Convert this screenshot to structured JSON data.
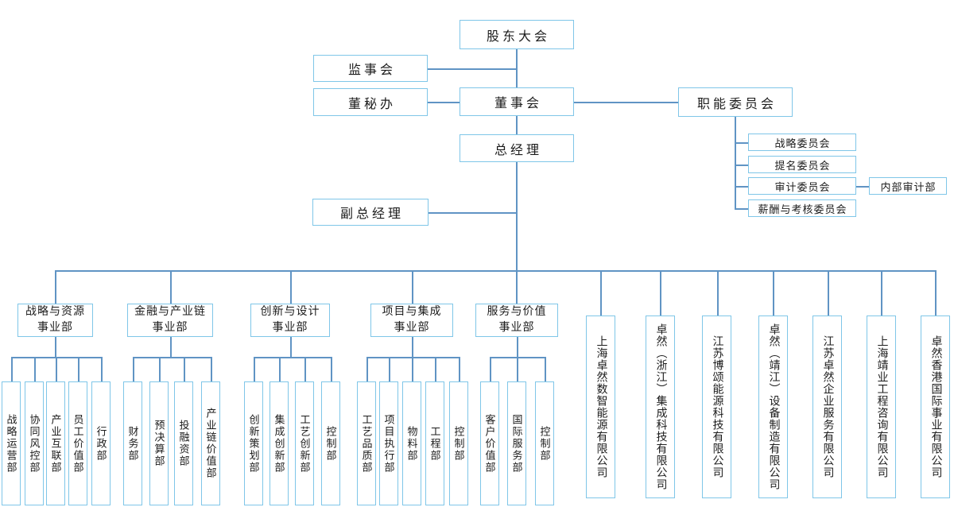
{
  "colors": {
    "box_border": "#7fc6e8",
    "connector": "#6094c4",
    "text": "#1c1c1c",
    "background": "#ffffff"
  },
  "nodes": {
    "shareholders_meeting": "股东大会",
    "supervisory_board": "监事会",
    "board_secretary_office": "董秘办",
    "board_of_directors": "董事会",
    "functional_committees": "职能委员会",
    "general_manager": "总经理",
    "deputy_general_manager": "副总经理",
    "internal_audit_dept": "内部审计部"
  },
  "committees": [
    "战略委员会",
    "提名委员会",
    "审计委员会",
    "薪酬与考核委员会"
  ],
  "divisions": [
    {
      "line1": "战略与资源",
      "line2": "事业部",
      "departments": [
        "战略运营部",
        "协同风控部",
        "产业互联部",
        "员工价值部",
        "行政部"
      ]
    },
    {
      "line1": "金融与产业链",
      "line2": "事业部",
      "departments": [
        "财务部",
        "预决算部",
        "投融资部",
        "产业链价值部"
      ]
    },
    {
      "line1": "创新与设计",
      "line2": "事业部",
      "departments": [
        "创新策划部",
        "集成创新部",
        "工艺创新部",
        "控制部"
      ]
    },
    {
      "line1": "项目与集成",
      "line2": "事业部",
      "departments": [
        "工艺品质部",
        "项目执行部",
        "物料部",
        "工程部",
        "控制部"
      ]
    },
    {
      "line1": "服务与价值",
      "line2": "事业部",
      "departments": [
        "客户价值部",
        "国际服务部",
        "控制部"
      ]
    }
  ],
  "subsidiaries": [
    "上海卓然数智能源有限公司",
    "卓然（浙江）集成科技有限公司",
    "江苏博颂能源科技有限公司",
    "卓然（靖江）设备制造有限公司",
    "江苏卓然企业服务有限公司",
    "上海靖业工程咨询有限公司",
    "卓然香港国际事业有限公司"
  ]
}
